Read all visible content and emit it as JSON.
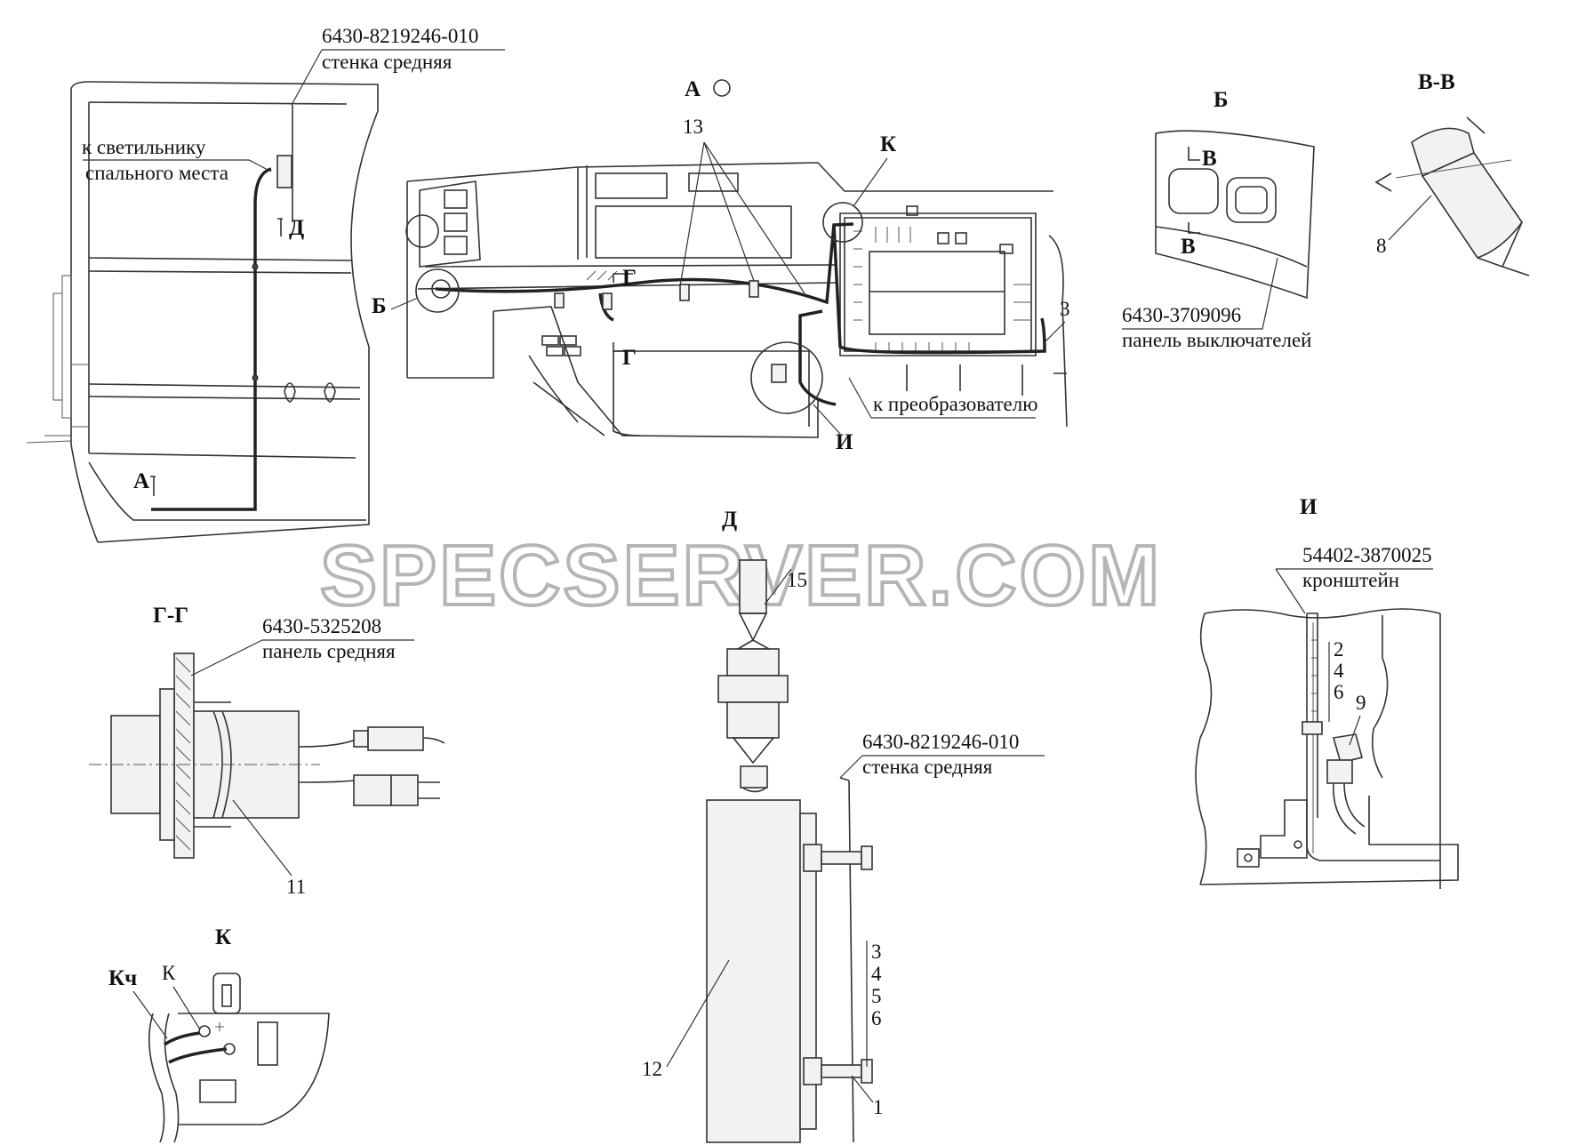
{
  "watermark": "SPECSERVER.COM",
  "views": {
    "main_left": {
      "part_number": "6430-8219246-010",
      "part_name": "стенка средняя",
      "lamp_note_line1": "к светильнику",
      "lamp_note_line2": "спального места",
      "cut_d": "Д",
      "cut_a": "А"
    },
    "view_a": {
      "title": "А",
      "callout_13": "13",
      "callout_k": "К",
      "callout_b": "Б",
      "callout_g_top": "Г",
      "callout_g_bottom": "Г",
      "callout_3": "3",
      "converter_note": "к преобразователю",
      "callout_i": "И"
    },
    "view_b": {
      "title": "Б",
      "cut_top": "В",
      "cut_bottom": "В",
      "part_number": "6430-3709096",
      "part_name": "панель выключателей"
    },
    "view_vv": {
      "title": "В-В",
      "callout_8": "8"
    },
    "view_gg": {
      "title": "Г-Г",
      "part_number": "6430-5325208",
      "part_name": "панель средняя",
      "callout_11": "11"
    },
    "view_d": {
      "title": "Д",
      "callout_15": "15",
      "part_number": "6430-8219246-010",
      "part_name": "стенка средняя",
      "stack_3": "3",
      "stack_4": "4",
      "stack_5": "5",
      "stack_6": "6",
      "callout_12": "12",
      "callout_1": "1"
    },
    "view_i": {
      "title": "И",
      "part_number": "54402-3870025",
      "part_name": "кронштейн",
      "stack_2": "2",
      "stack_4": "4",
      "stack_6": "6",
      "callout_9": "9"
    },
    "view_k": {
      "title": "К",
      "label_kch": "Кч",
      "label_k": "К"
    }
  }
}
